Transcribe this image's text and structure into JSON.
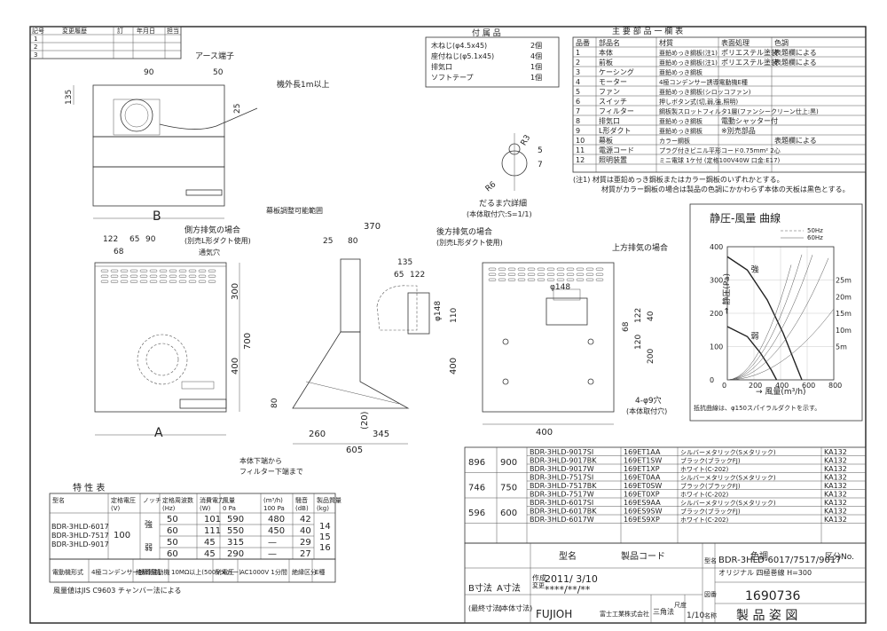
{
  "revision": {
    "headers": [
      "記号",
      "変更履歴",
      "訂",
      "年月日",
      "担当"
    ],
    "symbols": [
      "1",
      "2",
      "3"
    ]
  },
  "accessories": {
    "title": "付 属 品",
    "rows": [
      [
        "木ねじ(φ4.5x45)",
        "2個"
      ],
      [
        "座付ねじ(φ5.1x45)",
        "4個"
      ],
      [
        "排気口",
        "1個"
      ],
      [
        "ソフトテープ",
        "1個"
      ]
    ]
  },
  "parts": {
    "title": "主 要 部 品 一 欄 表",
    "headers": [
      "品番",
      "部品名",
      "材質",
      "表面処理",
      "色調"
    ],
    "rows": [
      [
        "1",
        "本体",
        "亜鉛めっき鋼板(注1)",
        "ポリエステル塗装",
        "表題欄による"
      ],
      [
        "2",
        "前板",
        "亜鉛めっき鋼板(注1)",
        "ポリエステル塗装",
        "表題欄による"
      ],
      [
        "3",
        "ケーシング",
        "亜鉛めっき鋼板",
        "",
        ""
      ],
      [
        "4",
        "モーター",
        "4極コンデンサー誘導電動機E種",
        "",
        ""
      ],
      [
        "5",
        "ファン",
        "亜鉛めっき鋼板(シロッコファン)",
        "",
        ""
      ],
      [
        "6",
        "スイッチ",
        "押しボタン式(切,弱,強,照明)",
        "",
        ""
      ],
      [
        "7",
        "フィルター",
        "鋼板製スロットフィルタ1層(ファンシークリーン仕上:黒)",
        "",
        ""
      ],
      [
        "8",
        "排気口",
        "亜鉛めっき鋼板",
        "電動シャッター付",
        ""
      ],
      [
        "9",
        "L形ダクト",
        "亜鉛めっき鋼板",
        "※別売部品",
        ""
      ],
      [
        "10",
        "幕板",
        "カラー鋼板",
        "",
        "表題欄による"
      ],
      [
        "11",
        "電源コード",
        "プラグ付きビニル平形コード0.75mm² 2心",
        "",
        ""
      ],
      [
        "12",
        "照明装置",
        "ミニ電球 1ケ付 (定格100V40W 口金:E17)",
        "",
        ""
      ]
    ],
    "note1": "(注1) 材質は亜鉛めっき鋼板またはカラー鋼板のいずれかとする。",
    "note2": "材質がカラー鋼板の場合は製品の色調にかかわらず本体の天板は黒色とする。"
  },
  "labels": {
    "earth": "アース端子",
    "cord": "機外長1m以上",
    "mak_range": "幕板調整可能範囲",
    "daruma": "だるま穴詳細",
    "daruma_sub": "(本体取付穴:S=1/1)",
    "side_exhaust": "側方排気の場合",
    "side_exhaust_sub": "(別売L形ダクト使用)",
    "vent_hole": "通気穴",
    "rear_exhaust": "後方排気の場合",
    "rear_exhaust_sub": "(別売L形ダクト使用)",
    "top_exhaust": "上方排気の場合",
    "holes": "4-φ9穴",
    "holes_sub": "(本体取付穴)",
    "filter_note1": "本体下端から",
    "filter_note2": "フィルター下端まで",
    "dimA": "A",
    "dimB": "B"
  },
  "chart_data": {
    "type": "line",
    "title": "静圧-風量 曲線",
    "xlabel": "→ 風量(m³/h)",
    "ylabel": "→ 静圧(Pa)",
    "xlim": [
      0,
      800
    ],
    "ylim": [
      0,
      400
    ],
    "xticks": [
      0,
      200,
      400,
      600,
      800
    ],
    "yticks": [
      0,
      100,
      200,
      300,
      400
    ],
    "legend": [
      "50Hz",
      "60Hz"
    ],
    "curve_labels": [
      "強",
      "弱"
    ],
    "duct_labels": [
      "25m",
      "20m",
      "15m",
      "10m",
      "5m"
    ],
    "note": "抵抗曲線は、φ150スパイラルダクトを示す。",
    "series": [
      {
        "name": "強",
        "values": [
          [
            0,
            370
          ],
          [
            150,
            330
          ],
          [
            300,
            240
          ],
          [
            420,
            140
          ],
          [
            500,
            60
          ],
          [
            560,
            0
          ]
        ]
      },
      {
        "name": "弱",
        "values": [
          [
            0,
            160
          ],
          [
            150,
            130
          ],
          [
            250,
            80
          ],
          [
            330,
            30
          ],
          [
            370,
            0
          ]
        ]
      }
    ]
  },
  "spec": {
    "title": "特 性 表",
    "headers": [
      "型名",
      "定格電圧(V)",
      "ノッチ",
      "定格周波数(Hz)",
      "消費電力(W)",
      "風量 0 Pa (m³/h)",
      "風量 100 Pa (m³/h)",
      "騒音(dB)",
      "製品質量(kg)"
    ],
    "models": [
      "BDR-3HLD-6017",
      "BDR-3HLD-7517",
      "BDR-3HLD-9017"
    ],
    "voltage": "100",
    "rows": [
      [
        "強",
        "50",
        "101",
        "590",
        "480",
        "42"
      ],
      [
        "",
        "60",
        "111",
        "550",
        "450",
        "40"
      ],
      [
        "弱",
        "50",
        "45",
        "315",
        "—",
        "29"
      ],
      [
        "",
        "60",
        "45",
        "290",
        "—",
        "27"
      ]
    ],
    "weights": [
      "14",
      "15",
      "16"
    ],
    "footer": [
      "電動機形式",
      "4極コンデンサー誘導電動機",
      "絶縁抵抗",
      "10MΩ以上(500Vメガー)",
      "耐電圧",
      "AC1000V 1分間",
      "絶縁区分",
      "E種"
    ],
    "standard": "風量値はJIS C9603 チャンバー法による"
  },
  "models": {
    "rows": [
      [
        "896",
        "900",
        "BDR-3HLD-9017SI",
        "169ET1AA",
        "シルバーメタリック(Sメタリック)",
        "KA132"
      ],
      [
        "",
        "",
        "BDR-3HLD-9017BK",
        "169ET1SW",
        "ブラック(ブラックFJ)",
        "KA132"
      ],
      [
        "",
        "",
        "BDR-3HLD-9017W",
        "169ET1XP",
        "ホワイト(C-202)",
        "KA132"
      ],
      [
        "746",
        "750",
        "BDR-3HLD-7517SI",
        "169ET0AA",
        "シルバーメタリック(Sメタリック)",
        "KA132"
      ],
      [
        "",
        "",
        "BDR-3HLD-7517BK",
        "169ET0SW",
        "ブラック(ブラックFJ)",
        "KA132"
      ],
      [
        "",
        "",
        "BDR-3HLD-7517W",
        "169ET0XP",
        "ホワイト(C-202)",
        "KA132"
      ],
      [
        "596",
        "600",
        "BDR-3HLD-6017SI",
        "169ES9AA",
        "シルバーメタリック(Sメタリック)",
        "KA132"
      ],
      [
        "",
        "",
        "BDR-3HLD-6017BK",
        "169ES9SW",
        "ブラック(ブラックFJ)",
        "KA132"
      ],
      [
        "",
        "",
        "BDR-3HLD-6017W",
        "169ES9XP",
        "ホワイト(C-202)",
        "KA132"
      ]
    ],
    "header": [
      "B寸法",
      "A寸法",
      "型名",
      "製品コード",
      "色調",
      "区分No."
    ]
  },
  "title_block": {
    "created_label": "作成",
    "date": "2011/ 3/10",
    "revised_label": "(最終寸法)",
    "actual_label": "(本体寸法)",
    "changed_label": "変更",
    "changed_date": "****/**/**",
    "model_label": "型名",
    "model": "BDR-3HLD-6017/7517/9017",
    "sub": "オリジナル 四極巻線 H=300",
    "drawing_no": "1690736",
    "drawing_title": "製 品 姿 図",
    "company": "FUJIOH",
    "company_jp": "富士工業株式会社",
    "projection": "三角法",
    "scale_label": "尺度",
    "scale": "1/10",
    "no_label": "図番",
    "name_label": "名称"
  },
  "dims": {
    "d90": "90",
    "d50": "50",
    "d135": "135",
    "d25": "25",
    "d122": "122",
    "d65": "65",
    "d68": "68",
    "d300": "300",
    "d700": "700",
    "d400": "400",
    "d370": "370",
    "d80": "80",
    "d25b": "25",
    "d148": "φ148",
    "d110": "110",
    "d120": "120",
    "d40": "40",
    "d68b": "68",
    "d200": "200",
    "d260": "260",
    "d345": "345",
    "d605": "605",
    "d20": "(20)",
    "d400b": "400",
    "d80b": "80",
    "dR3": "R3",
    "dR6": "R6",
    "d7": "7",
    "d5": "5"
  }
}
